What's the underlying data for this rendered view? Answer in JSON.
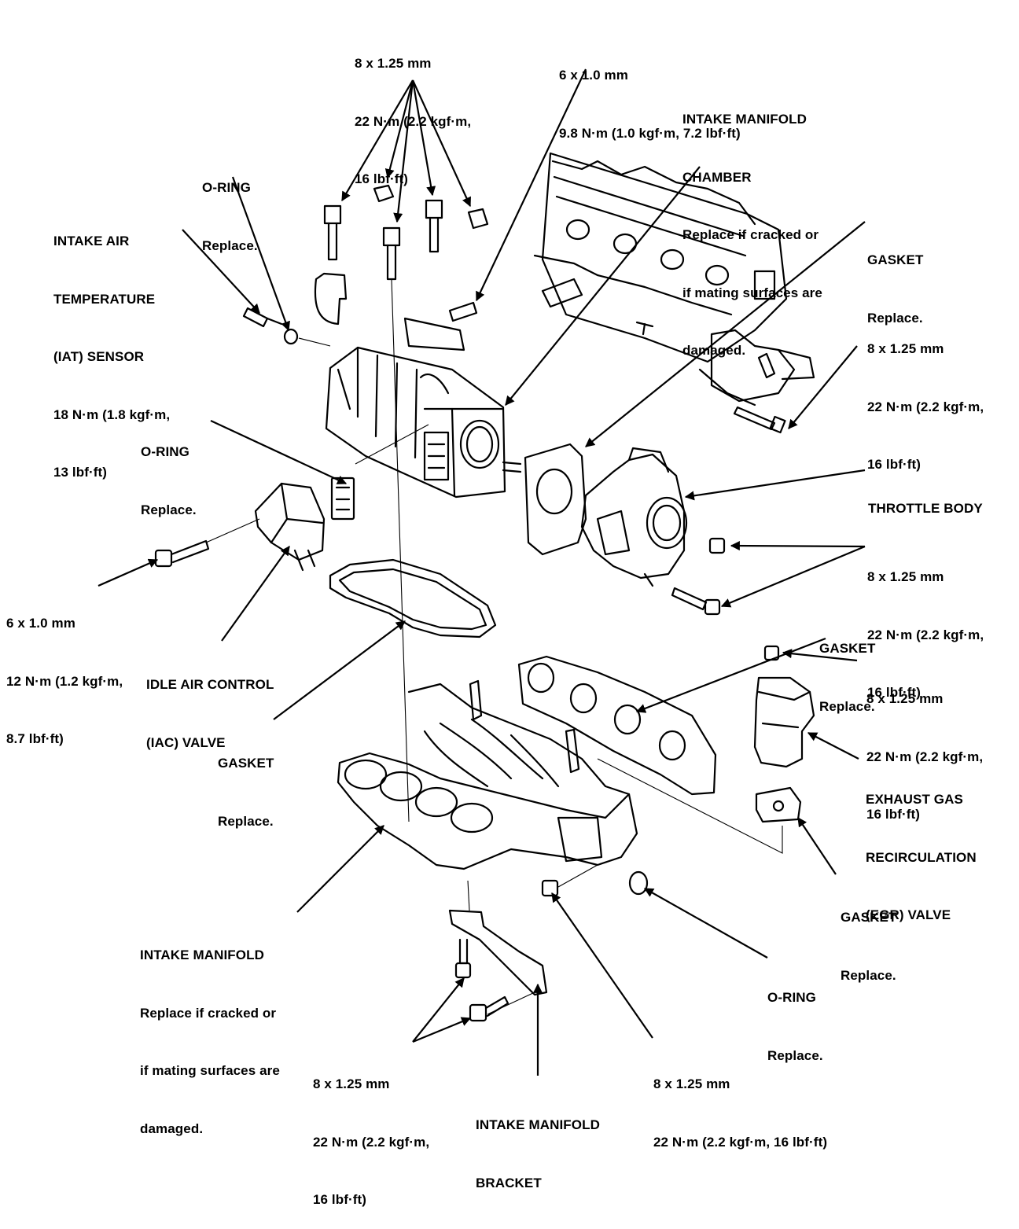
{
  "labels": {
    "bolts_top": [
      "8 x 1.25 mm",
      "22 N·m (2.2 kgf·m,",
      "16 lbf·ft)"
    ],
    "bolt_6x10_top": [
      "6 x 1.0 mm",
      "9.8 N·m (1.0 kgf·m, 7.2 lbf·ft)"
    ],
    "chamber": [
      "INTAKE MANIFOLD",
      "CHAMBER",
      "Replace if cracked or",
      "if mating surfaces are",
      "damaged."
    ],
    "oring_top": [
      "O-RING",
      "Replace."
    ],
    "iat_sensor": [
      "INTAKE AIR",
      "TEMPERATURE",
      "(IAT) SENSOR",
      "18 N·m (1.8 kgf·m,",
      "13 lbf·ft)"
    ],
    "gasket_tb": [
      "GASKET",
      "Replace."
    ],
    "bolt_right_upper": [
      "8 x 1.25 mm",
      "22 N·m (2.2 kgf·m,",
      "16 lbf·ft)"
    ],
    "oring_iac": [
      "O-RING",
      "Replace."
    ],
    "throttle_body": [
      "THROTTLE BODY"
    ],
    "bolt_tb": [
      "8 x 1.25 mm",
      "22 N·m (2.2 kgf·m,",
      "16 lbf·ft)"
    ],
    "bolt_iac": [
      "6 x 1.0 mm",
      "12 N·m (1.2 kgf·m,",
      "8.7 lbf·ft)"
    ],
    "iac_valve": [
      "IDLE AIR CONTROL",
      "(IAC) VALVE"
    ],
    "gasket_exh": [
      "GASKET",
      "Replace."
    ],
    "bolt_egr": [
      "8 x 1.25 mm",
      "22 N·m (2.2 kgf·m,",
      "16 lbf·ft)"
    ],
    "gasket_chamber": [
      "GASKET",
      "Replace."
    ],
    "egr_valve": [
      "EXHAUST GAS",
      "RECIRCULATION",
      "(EGR) VALVE"
    ],
    "gasket_egr": [
      "GASKET",
      "Replace."
    ],
    "intake_manifold": [
      "INTAKE MANIFOLD",
      "Replace if cracked or",
      "if mating surfaces are",
      "damaged."
    ],
    "oring_bottom": [
      "O-RING",
      "Replace."
    ],
    "bolts_bracket": [
      "8 x 1.25 mm",
      "22 N·m (2.2 kgf·m,",
      "16 lbf·ft)"
    ],
    "nut_bottom": [
      "8 x 1.25 mm",
      "22 N·m (2.2 kgf·m, 16 lbf·ft)"
    ],
    "bracket": [
      "INTAKE MANIFOLD",
      "BRACKET"
    ]
  }
}
